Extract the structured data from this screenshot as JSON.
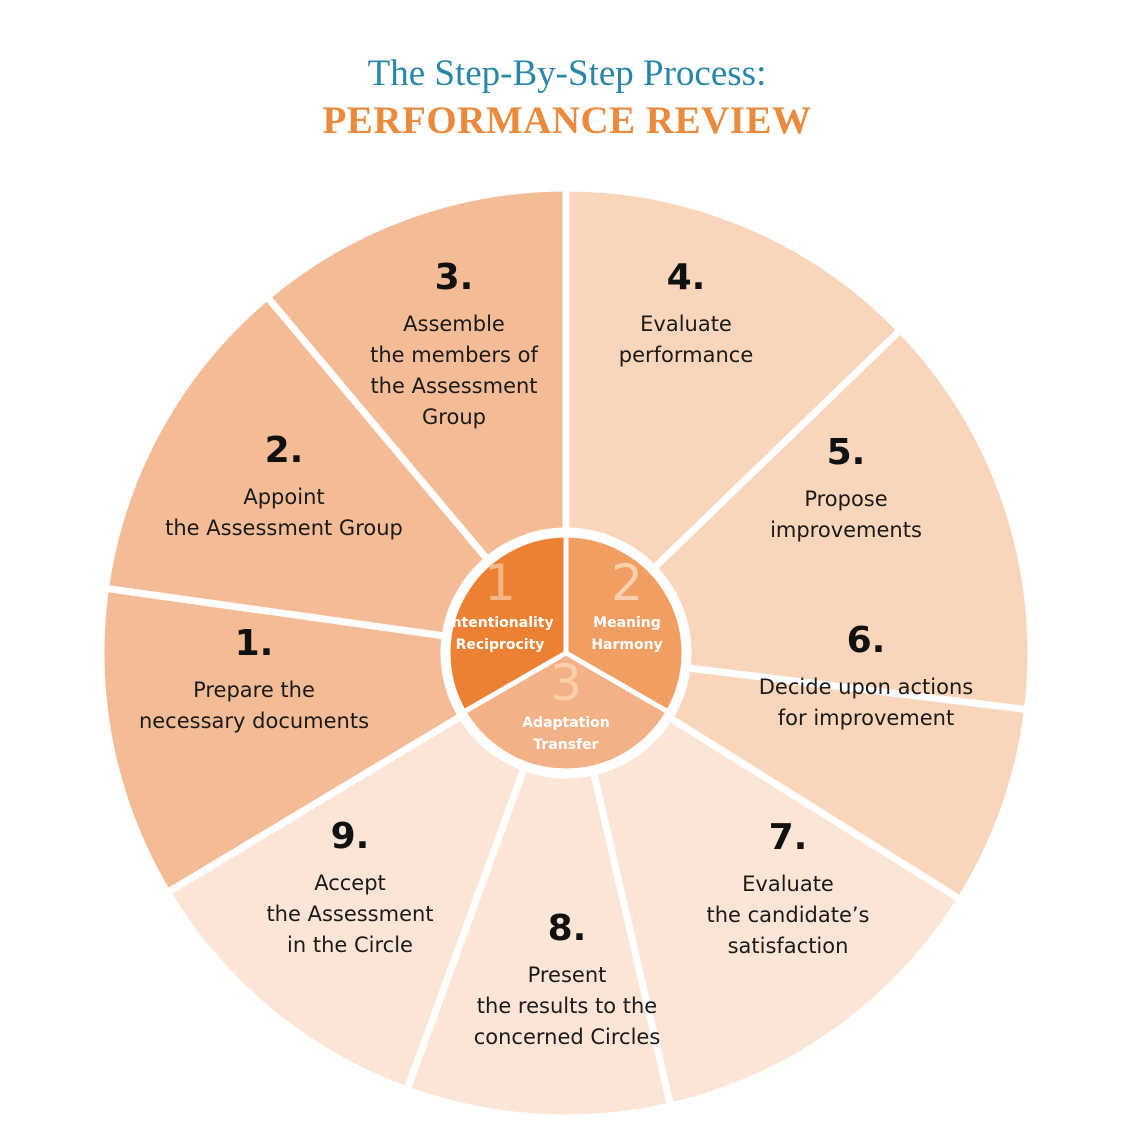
{
  "title": {
    "line1": "The Step-By-Step Process:",
    "line2": "PERFORMANCE REVIEW"
  },
  "colors": {
    "title_blue": "#2a86a6",
    "title_orange": "#e98a3d",
    "segment_dark": "#f3bc96",
    "segment_mid": "#f8d5bb",
    "segment_light": "#fbe5d7",
    "core_1": "#ec8033",
    "core_2": "#f09e62",
    "core_3": "#f3b187"
  },
  "steps": [
    {
      "number": "1.",
      "lines": [
        "Prepare the",
        "necessary documents"
      ]
    },
    {
      "number": "2.",
      "lines": [
        "Appoint",
        "the Assessment Group"
      ]
    },
    {
      "number": "3.",
      "lines": [
        "Assemble",
        "the members of",
        "the Assessment",
        "Group"
      ]
    },
    {
      "number": "4.",
      "lines": [
        "Evaluate",
        "performance"
      ]
    },
    {
      "number": "5.",
      "lines": [
        "Propose",
        "improvements"
      ]
    },
    {
      "number": "6.",
      "lines": [
        "Decide upon actions",
        "for improvement"
      ]
    },
    {
      "number": "7.",
      "lines": [
        "Evaluate",
        "the candidate’s",
        "satisfaction"
      ]
    },
    {
      "number": "8.",
      "lines": [
        "Present",
        "the results to the",
        "concerned Circles"
      ]
    },
    {
      "number": "9.",
      "lines": [
        "Accept",
        "the Assessment",
        "in the Circle"
      ]
    }
  ],
  "core": [
    {
      "number": "1",
      "lines": [
        "Intentionality",
        "Reciprocity"
      ]
    },
    {
      "number": "2",
      "lines": [
        "Meaning",
        "Harmony"
      ]
    },
    {
      "number": "3",
      "lines": [
        "Adaptation",
        "Transfer"
      ]
    }
  ]
}
